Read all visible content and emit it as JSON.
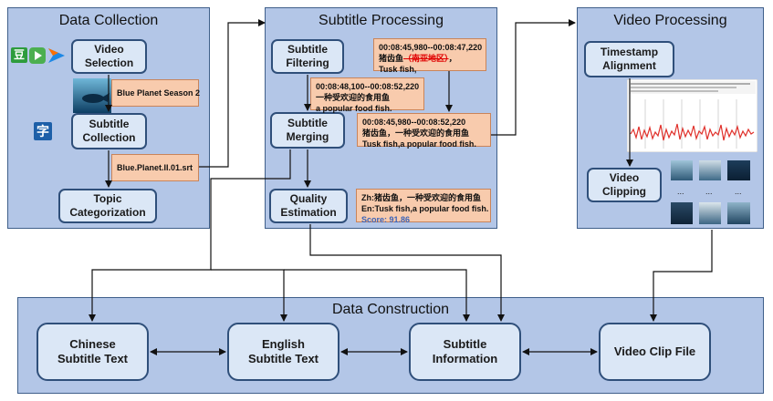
{
  "panels": {
    "data_collection": "Data Collection",
    "subtitle_processing": "Subtitle Processing",
    "video_processing": "Video Processing",
    "data_construction": "Data Construction"
  },
  "nodes": {
    "video_selection": "Video\nSelection",
    "subtitle_collection": "Subtitle\nCollection",
    "topic_categorization": "Topic\nCategorization",
    "subtitle_filtering": "Subtitle\nFiltering",
    "subtitle_merging": "Subtitle\nMerging",
    "quality_estimation": "Quality\nEstimation",
    "timestamp_alignment": "Timestamp\nAlignment",
    "video_clipping": "Video\nClipping",
    "chinese_subtitle_text": "Chinese\nSubtitle Text",
    "english_subtitle_text": "English\nSubtitle Text",
    "subtitle_information": "Subtitle\nInformation",
    "video_clip_file": "Video Clip File"
  },
  "notes": {
    "video_title": "Blue Planet Season 2",
    "srt_file": "Blue.Planet.II.01.srt",
    "filter_time": "00:08:45,980--00:08:47,220",
    "filter_zh": "猪齿鱼",
    "filter_zh_removed": "（南亚地区）",
    "filter_zh_end": "，",
    "filter_en": "Tusk fish,",
    "second_time": "00:08:48,100--00:08:52,220",
    "second_zh": "一种受欢迎的食用鱼",
    "second_en": "a popular food fish.",
    "merged_time": "00:08:45,980--00:08:52,220",
    "merged_zh": "猪齿鱼，一种受欢迎的食用鱼",
    "merged_en": "Tusk fish,a popular food fish.",
    "quality_zh": "Zh:猪齿鱼，一种受欢迎的食用鱼",
    "quality_en": "En:Tusk fish,a popular food fish.",
    "quality_score": "Score: 91.86"
  },
  "icons": {
    "douban": "豆",
    "subtitle_char": "字",
    "ellipsis": "..."
  },
  "colors": {
    "panel_bg": "#b3c6e7",
    "node_bg": "#dbe7f6",
    "note_bg": "#f8cbad",
    "border": "#2f4f7a",
    "waveform": "#e0302a"
  }
}
